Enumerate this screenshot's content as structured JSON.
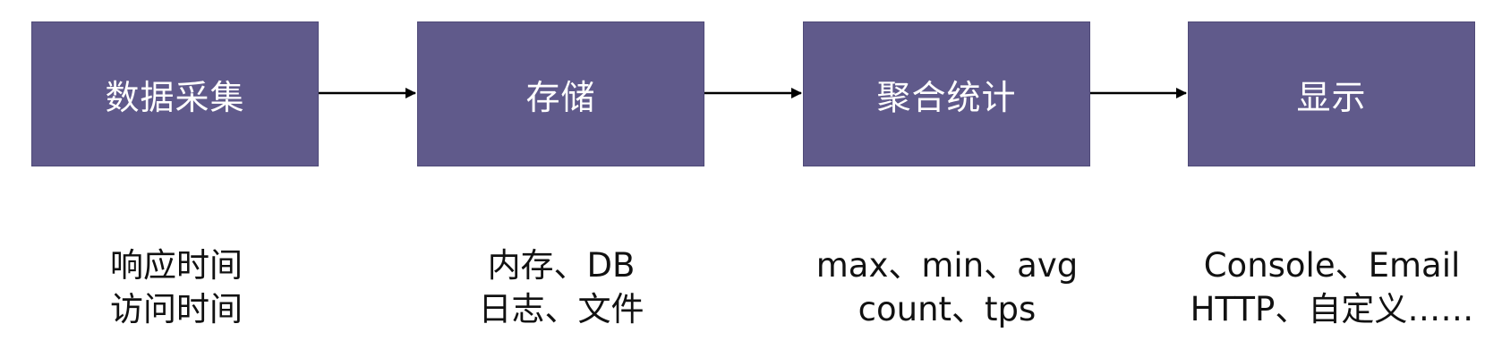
{
  "steps": [
    {
      "label": "数据采集",
      "details": [
        "响应时间",
        "访问时间"
      ]
    },
    {
      "label": "存储",
      "details": [
        "内存、DB",
        "日志、文件"
      ]
    },
    {
      "label": "聚合统计",
      "details": [
        "max、min、avg",
        "count、tps"
      ]
    },
    {
      "label": "显示",
      "details": [
        "Console、Email",
        "HTTP、自定义……"
      ]
    }
  ],
  "colors": {
    "box_fill": "#605a8b",
    "box_text": "#ffffff",
    "arrow": "#000000",
    "caption_text": "#111111"
  }
}
